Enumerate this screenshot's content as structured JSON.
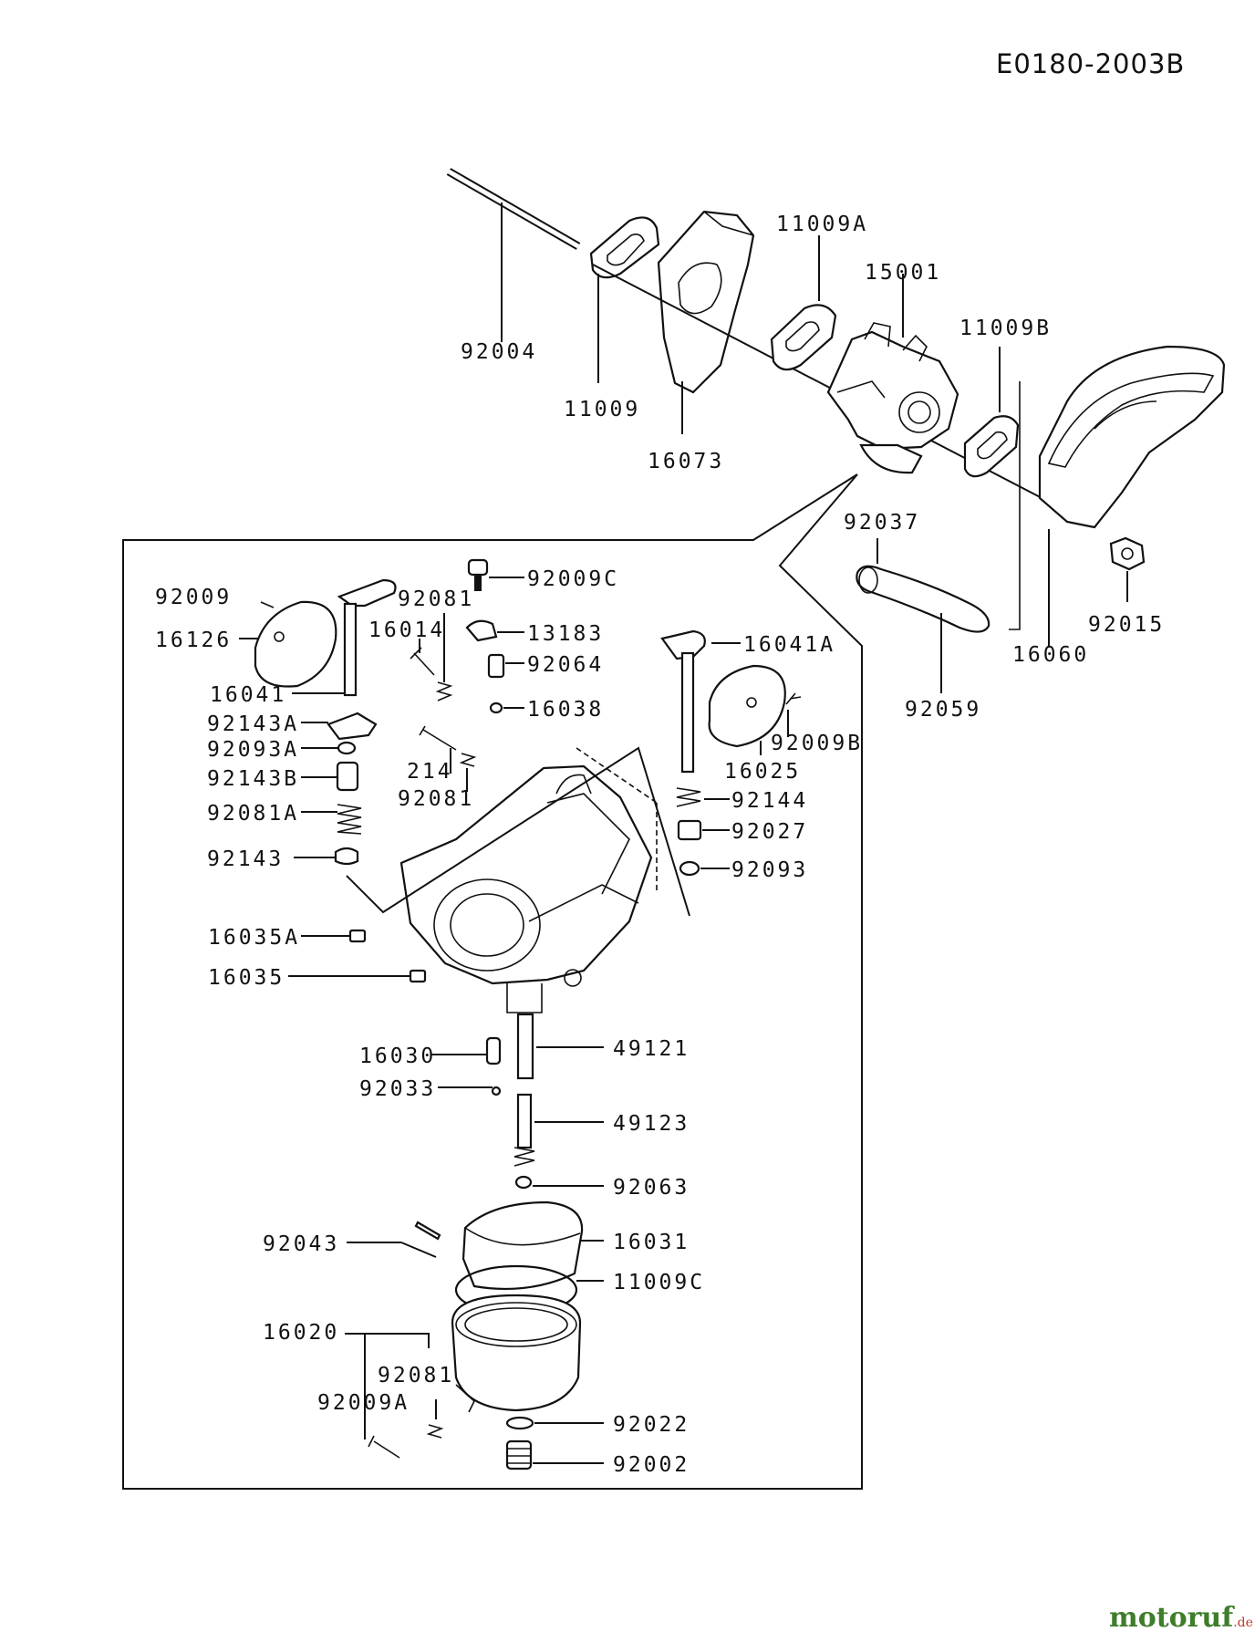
{
  "diagram_code": "E0180-2003B",
  "watermark": {
    "name": "motoruf",
    "suffix": ".de"
  },
  "labels": {
    "92004": "92004",
    "11009": "11009",
    "16073": "16073",
    "11009A": "11009A",
    "15001": "15001",
    "11009B": "11009B",
    "92037": "92037",
    "92015": "92015",
    "16060": "16060",
    "92059": "92059",
    "92009": "92009",
    "16126": "16126",
    "16041": "16041",
    "92143A": "92143A",
    "92093A": "92093A",
    "92143B": "92143B",
    "92081A": "92081A",
    "92143": "92143",
    "92009C": "92009C",
    "92081_top": "92081",
    "16014": "16014",
    "13183": "13183",
    "92064": "92064",
    "16038": "16038",
    "214": "214",
    "92081_mid": "92081",
    "16041A": "16041A",
    "92009B": "92009B",
    "16025": "16025",
    "92144": "92144",
    "92027": "92027",
    "92093": "92093",
    "16035A": "16035A",
    "16035": "16035",
    "16030": "16030",
    "49121": "49121",
    "92033": "92033",
    "49123": "49123",
    "92063": "92063",
    "92043": "92043",
    "16031": "16031",
    "11009C": "11009C",
    "16020": "16020",
    "92081_bot": "92081",
    "92009A": "92009A",
    "92022": "92022",
    "92002": "92002"
  }
}
